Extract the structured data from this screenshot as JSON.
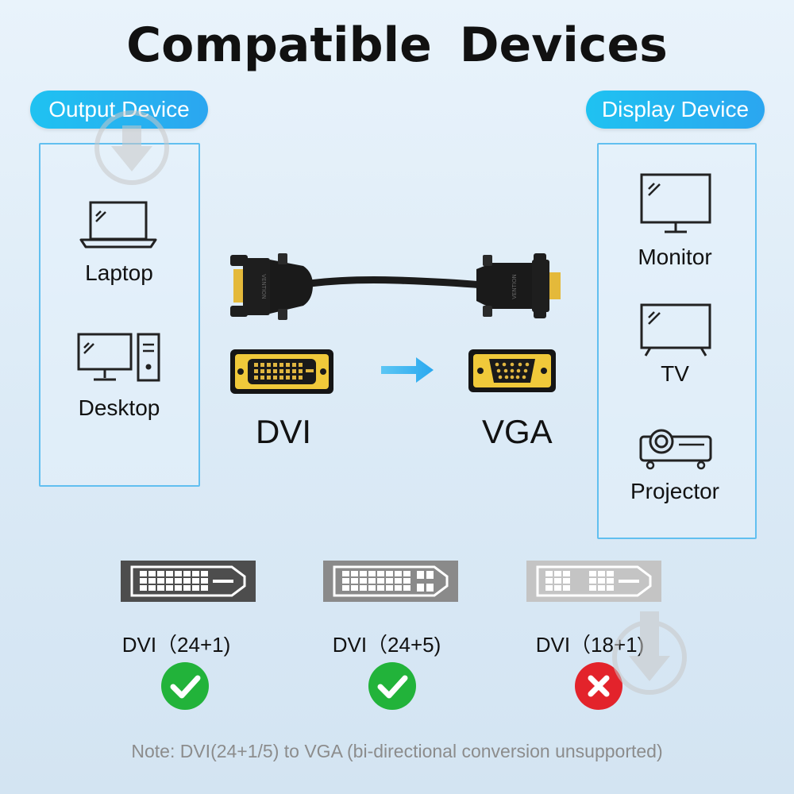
{
  "title": "Compatible  Devices",
  "output": {
    "label": "Output Device",
    "devices": [
      {
        "name": "Laptop",
        "icon": "laptop-icon"
      },
      {
        "name": "Desktop",
        "icon": "desktop-icon"
      }
    ]
  },
  "display": {
    "label": "Display Device",
    "devices": [
      {
        "name": "Monitor",
        "icon": "monitor-icon"
      },
      {
        "name": "TV",
        "icon": "tv-icon"
      },
      {
        "name": "Projector",
        "icon": "projector-icon"
      }
    ]
  },
  "cable": {
    "from": "DVI",
    "to": "VGA",
    "arrow_color": "#2aa8ef",
    "connector_color": "#f0c93a"
  },
  "dvi_types": [
    {
      "label": "DVI（24+1)",
      "supported": true
    },
    {
      "label": "DVI（24+5)",
      "supported": true
    },
    {
      "label": "DVI（18+1)",
      "supported": false
    }
  ],
  "colors": {
    "accent": "#1fb8f0",
    "ok": "#22b33a",
    "no": "#e3232b"
  },
  "note": "Note:  DVI(24+1/5) to VGA (bi-directional conversion unsupported)"
}
